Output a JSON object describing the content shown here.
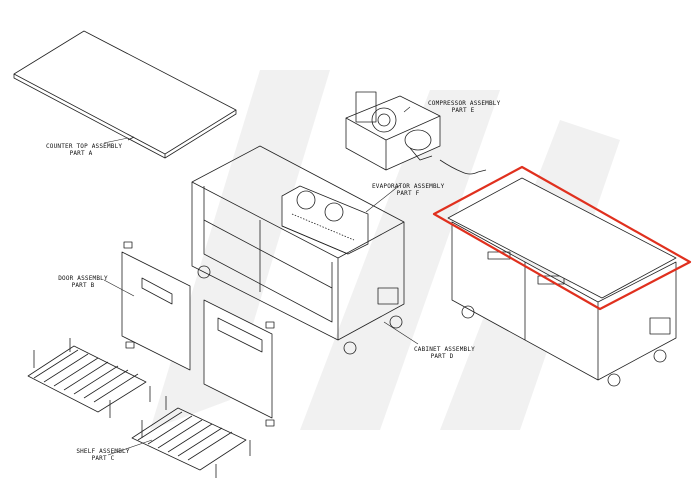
{
  "diagram": {
    "labels": {
      "counter_top": {
        "title": "COUNTER TOP ASSEMBLY",
        "part": "PART A"
      },
      "compressor": {
        "title": "COMPRESSOR ASSEMBLY",
        "part": "PART E"
      },
      "evaporator": {
        "title": "EVAPORATOR ASSEMBLY",
        "part": "PART F"
      },
      "door": {
        "title": "DOOR ASSEMBLY",
        "part": "PART B"
      },
      "cabinet": {
        "title": "CABINET ASSEMBLY",
        "part": "PART D"
      },
      "shelf": {
        "title": "SHELF ASSEMBLY",
        "part": "PART C"
      }
    },
    "colors": {
      "line": "#222222",
      "highlight": "#e0301e",
      "watermark": "#f1f1f1"
    }
  }
}
